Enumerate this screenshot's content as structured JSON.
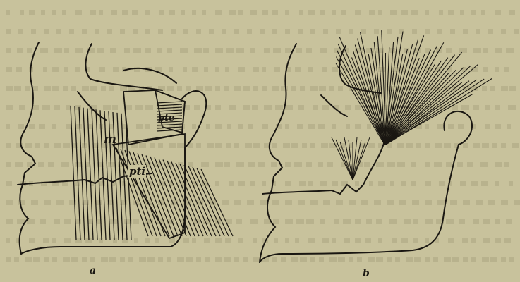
{
  "labels": {
    "pte": "pte",
    "m": "m",
    "pti": "pti"
  },
  "captions": {
    "a": "a",
    "b": "b"
  },
  "colors": {
    "paper": "#c8c29c",
    "ink": "#1a1712",
    "bleed_text": "#9c9472"
  }
}
